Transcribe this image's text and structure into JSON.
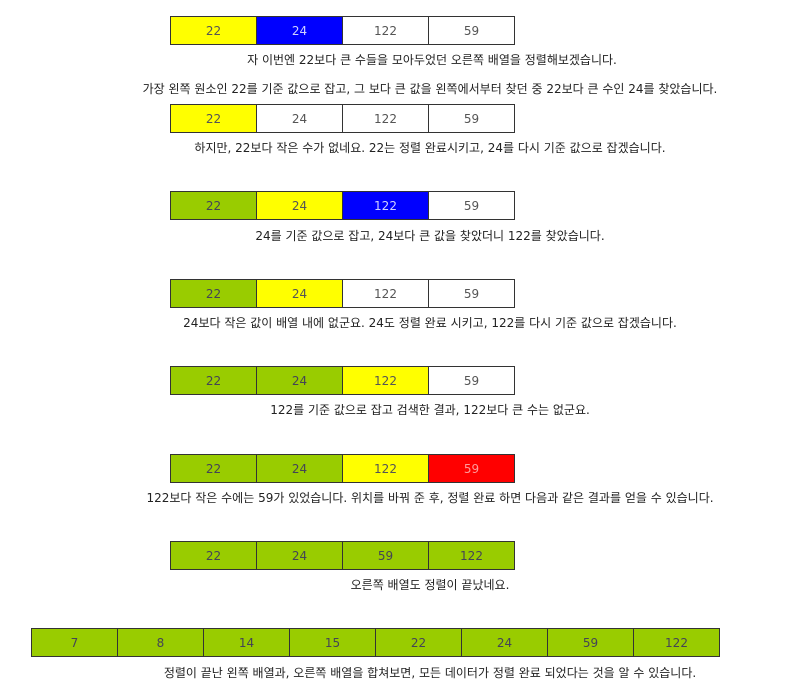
{
  "rows": [
    {
      "cells": [
        {
          "v": "22",
          "c": "y"
        },
        {
          "v": "24",
          "c": "b"
        },
        {
          "v": "122",
          "c": "w"
        },
        {
          "v": "59",
          "c": "w"
        }
      ]
    },
    {
      "cells": [
        {
          "v": "22",
          "c": "y"
        },
        {
          "v": "24",
          "c": "w"
        },
        {
          "v": "122",
          "c": "w"
        },
        {
          "v": "59",
          "c": "w"
        }
      ]
    },
    {
      "cells": [
        {
          "v": "22",
          "c": "g"
        },
        {
          "v": "24",
          "c": "y"
        },
        {
          "v": "122",
          "c": "b"
        },
        {
          "v": "59",
          "c": "w"
        }
      ]
    },
    {
      "cells": [
        {
          "v": "22",
          "c": "g"
        },
        {
          "v": "24",
          "c": "y"
        },
        {
          "v": "122",
          "c": "w"
        },
        {
          "v": "59",
          "c": "w"
        }
      ]
    },
    {
      "cells": [
        {
          "v": "22",
          "c": "g"
        },
        {
          "v": "24",
          "c": "g"
        },
        {
          "v": "122",
          "c": "y"
        },
        {
          "v": "59",
          "c": "w"
        }
      ]
    },
    {
      "cells": [
        {
          "v": "22",
          "c": "g"
        },
        {
          "v": "24",
          "c": "g"
        },
        {
          "v": "122",
          "c": "y"
        },
        {
          "v": "59",
          "c": "r"
        }
      ]
    },
    {
      "cells": [
        {
          "v": "22",
          "c": "g"
        },
        {
          "v": "24",
          "c": "g"
        },
        {
          "v": "59",
          "c": "g"
        },
        {
          "v": "122",
          "c": "g"
        }
      ]
    },
    {
      "cells": [
        {
          "v": "7",
          "c": "g"
        },
        {
          "v": "8",
          "c": "g"
        },
        {
          "v": "14",
          "c": "g"
        },
        {
          "v": "15",
          "c": "g"
        },
        {
          "v": "22",
          "c": "g"
        },
        {
          "v": "24",
          "c": "g"
        },
        {
          "v": "59",
          "c": "g"
        },
        {
          "v": "122",
          "c": "g"
        }
      ]
    }
  ],
  "captions": [
    "자 이번엔 22보다 큰 수들을 모아두었던 오른쪽 배열을 정렬해보겠습니다.",
    "가장 왼쪽 원소인 22를 기준 값으로 잡고, 그 보다 큰 값을 왼쪽에서부터 찾던 중 22보다 큰 수인 24를 찾았습니다.",
    "하지만, 22보다 작은 수가 없네요. 22는 정렬 완료시키고, 24를 다시 기준 값으로 잡겠습니다.",
    "24를 기준 값으로 잡고, 24보다 큰 값을 찾았더니 122를 찾았습니다.",
    "24보다 작은 값이 배열 내에 없군요. 24도 정렬 완료 시키고, 122를 다시 기준 값으로 잡겠습니다.",
    "122를 기준 값으로 잡고 검색한 결과, 122보다 큰 수는 없군요.",
    "122보다 작은 수에는 59가 있었습니다. 위치를 바꿔 준 후, 정렬 완료 하면 다음과 같은 결과를 얻을 수 있습니다.",
    "오른쪽 배열도 정렬이 끝났네요.",
    "정렬이 끝난 왼쪽 배열과, 오른쪽 배열을 합쳐보면, 모든 데이터가 정렬 완료 되었다는 것을 알 수 있습니다."
  ],
  "colors": {
    "y": "#ffff00",
    "b": "#0000ff",
    "w": "#ffffff",
    "g": "#99cc00",
    "r": "#ff0000"
  }
}
